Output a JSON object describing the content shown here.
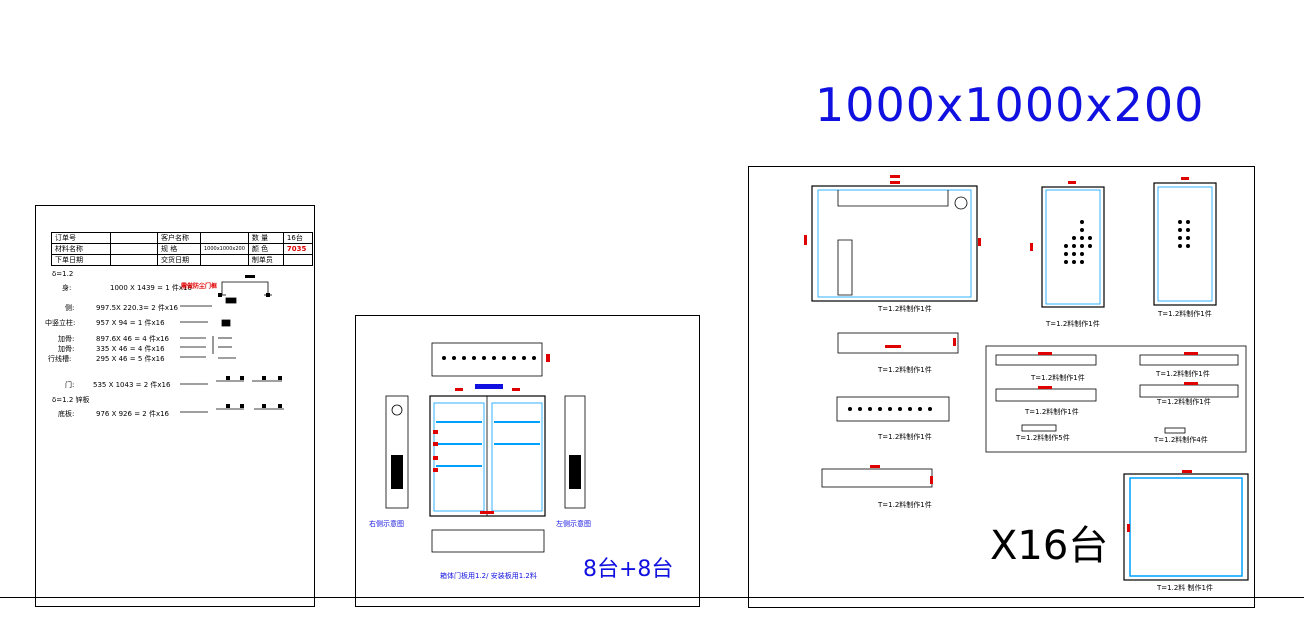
{
  "title": "1000x1000x200",
  "multiplier_right": "X16台",
  "multiplier_middle": "8台+8台",
  "order_table": {
    "r1": [
      "订单号",
      "",
      "客户名称",
      "",
      "数 量",
      "16台"
    ],
    "r2": [
      "材料名称",
      "",
      "规 格",
      "1000x1000x200",
      "颜 色",
      "7035"
    ],
    "r3": [
      "下单日期",
      "",
      "交货日期",
      "",
      "制单员",
      ""
    ]
  },
  "parts": {
    "h1": "δ=1.2",
    "rows": [
      {
        "label": "身:",
        "formula": "1000  X  1439  = 1 件x16",
        "note": "需做防尘门框"
      },
      {
        "label": "侧:",
        "formula": "997.5X  220.3= 2 件x16"
      },
      {
        "label": "中竖立柱:",
        "formula": "957  X  94   = 1 件x16"
      },
      {
        "label": "加骨:",
        "formula": "897.6X  46   = 4 件x16"
      },
      {
        "label": "加骨:",
        "formula": "335  X  46   = 4 件x16"
      },
      {
        "label": "行线槽:",
        "formula": "295  X  46   = 5 件x16"
      },
      {
        "label": "门:",
        "formula": "535  X  1043 = 2 件x16"
      }
    ],
    "h2": "δ=1.2  锌板",
    "last": {
      "label": "底板:",
      "formula": "976  X  926  = 2 件x16"
    }
  },
  "middle": {
    "right_view": "右侧示意图",
    "left_view": "左侧示意图",
    "note": "箱体门板用1.2/ 安装板用1.2料"
  },
  "captions": {
    "c1": "T=1.2料制作1件",
    "c2": "T=1.2料制作1件",
    "c3": "T=1.2料制作1件",
    "c4": "T=1.2料制作1件",
    "c5": "T=1.2料制作1件",
    "c6": "T=1.2料制作1件",
    "c7": "T=1.2料制作1件",
    "c8": "T=1.2料制作1件",
    "c9": "T=1.2料制作1件",
    "c10": "T=1.2料制作1件",
    "c11": "T=1.2料制作5件",
    "c12": "T=1.2料制作4件",
    "c13": "T=1.2料 制作1件"
  },
  "colors": {
    "accent_blue": "#1010e0",
    "dim_red": "#e00000",
    "cyan": "#00a0ff"
  }
}
